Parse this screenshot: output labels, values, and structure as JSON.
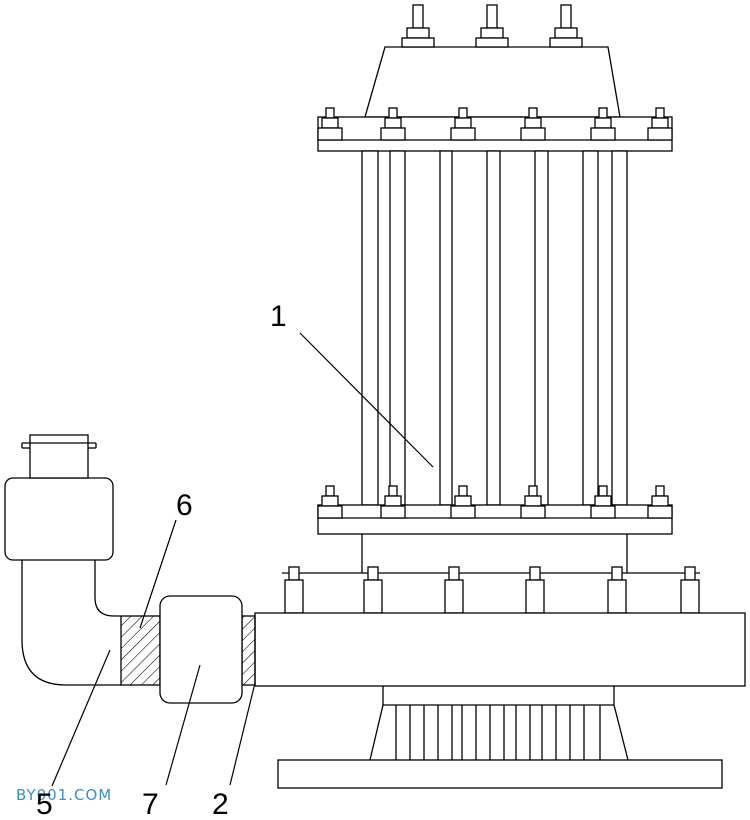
{
  "labels": {
    "part_1": "1",
    "part_6": "6",
    "part_5": "5",
    "part_7": "7",
    "part_2": "2"
  },
  "watermark": "BY001.COM",
  "colors": {
    "line": "#000000",
    "background": "#ffffff",
    "watermark": "#3b8fc8"
  }
}
